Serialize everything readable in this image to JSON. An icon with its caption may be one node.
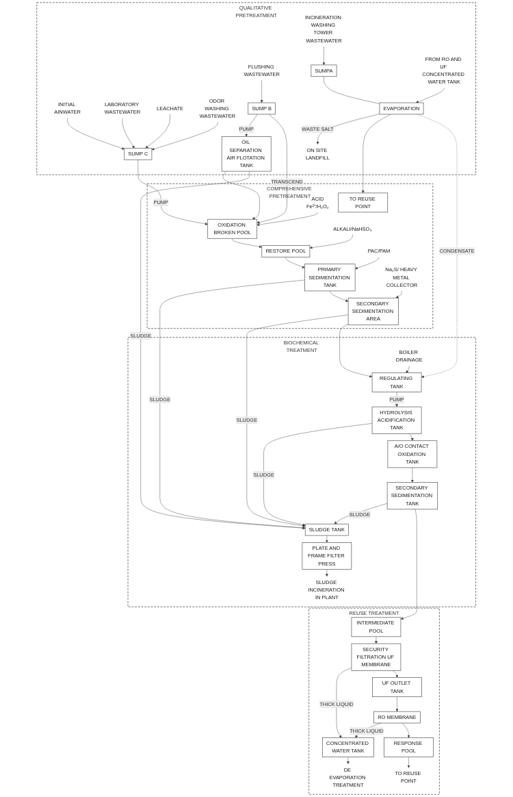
{
  "diagram": {
    "nodes": [
      {
        "text": [
          "QUALITATIVE PRETREATMENT"
        ]
      },
      {
        "text": [
          "INCINERATION WASHING TOWER WASTEWATER"
        ],
        "in": 0
      },
      {
        "text": [
          "FLUSHING WASTEWATER"
        ],
        "in": 0
      },
      {
        "text": [
          "INITIAL AINWATER"
        ],
        "in": 0
      },
      {
        "text": [
          "LABORATORY WASTEWATER"
        ],
        "in": 0
      },
      {
        "text": [
          "LEACHATE"
        ],
        "in": 0
      },
      {
        "text": [
          "ODOR WASHING WASTEWATER"
        ],
        "in": 0
      },
      {
        "text": [
          "SUMPA"
        ],
        "in": 0
      },
      {
        "text": [
          "SUMP B"
        ],
        "in": 0
      },
      {
        "text": [
          "SUMP C"
        ],
        "in": 0
      },
      {
        "text": [
          "FROM RO AND UF CONCENTRATED WATER TANK"
        ],
        "in": 0
      },
      {
        "text": [
          "OIL SEPARATION AIR FLOTATION TANK"
        ],
        "in": 0
      },
      {
        "text": [
          "ON SITE LANDFILL"
        ],
        "in": 0
      },
      {
        "text": [
          "EVAPORATION"
        ],
        "in": 0
      },
      {
        "text": [
          "COMPREHENSIVE PRETREATMENT"
        ]
      },
      {
        "text": [
          "ACID",
          "Fe²⁺/H₂O₂"
        ],
        "in": 14
      },
      {
        "text": [
          "OXIDATION BROKEN POOL"
        ],
        "in": 14
      },
      {
        "text": [
          "TO REUSE POINT"
        ],
        "in": 14
      },
      {
        "text": [
          "ALKALI/NaHSO₃"
        ],
        "in": 14
      },
      {
        "text": [
          "RESTORE POOL"
        ],
        "in": 14
      },
      {
        "text": [
          "PAC/PAM"
        ],
        "in": 14
      },
      {
        "text": [
          "PRIMARY SEDIMENTATION TANK"
        ],
        "in": 14
      },
      {
        "text": [
          "Na₂S/ HEAVY METAL COLLECTOR"
        ],
        "in": 14
      },
      {
        "text": [
          "SECONDARY SEDIMENTATION AREA"
        ],
        "in": 14
      },
      {
        "text": [
          "BIOCHEMICAL TREATMENT"
        ]
      },
      {
        "text": [
          "BOILER DRAINAGE"
        ],
        "in": 24
      },
      {
        "text": [
          "REGULATING TANK"
        ],
        "in": 24
      },
      {
        "text": [
          "HYDROLYSIS ACIDIFICATION TANK"
        ],
        "in": 24
      },
      {
        "text": [
          "SLUDGE TANK"
        ],
        "in": 24
      },
      {
        "text": [
          "A/O CONTACT OXIDATION TANK"
        ],
        "in": 24
      },
      {
        "text": [
          "PLATE AND FRAME FILTER PRESS"
        ],
        "in": 24
      },
      {
        "text": [
          "SECONDARY SEDIMENTATION TANK"
        ],
        "in": 24
      },
      {
        "text": [
          "SLUDGE INCINERATION IN PLANT"
        ],
        "in": 24
      },
      {
        "text": [
          "REUSE TREATMENT"
        ]
      },
      {
        "text": [
          "INTERMEDIATE POOL"
        ],
        "in": 33
      },
      {
        "text": [
          "SECURITY FILTRATION UF MEMBRANE"
        ],
        "in": 33
      },
      {
        "text": [
          "CONCENTRATED WATER TANK"
        ],
        "in": 33
      },
      {
        "text": [
          "DE EVAPORATION TREATMENT"
        ],
        "in": 33
      },
      {
        "text": [
          "UF OUTLET TANK"
        ],
        "in": 33
      },
      {
        "text": [
          "RO MEMBRANE"
        ],
        "in": 33
      },
      {
        "text": [
          "RESPONSE POOL"
        ],
        "in": 33
      },
      {
        "text": [
          "TO REUSE POINT"
        ],
        "in": 33
      }
    ],
    "edges": [
      {
        "from": 1,
        "to": 7,
        "arrow": "to"
      },
      {
        "from": 2,
        "to": 8,
        "arrow": "to"
      },
      {
        "from": 3,
        "to": 9,
        "arrow": "to"
      },
      {
        "from": 4,
        "to": 9,
        "arrow": "to"
      },
      {
        "from": 5,
        "to": 9,
        "arrow": "to"
      },
      {
        "from": 6,
        "to": 9,
        "arrow": "to"
      },
      {
        "from": 7,
        "to": 13,
        "arrow": "none"
      },
      {
        "from": 10,
        "to": 13,
        "arrow": "to"
      },
      {
        "from": 8,
        "to": 11,
        "arrow": "to",
        "label": "PUMP"
      },
      {
        "from": 8,
        "to": 16,
        "arrow": "to",
        "label": "TRANSCEND"
      },
      {
        "from": 13,
        "to": 12,
        "arrow": "to",
        "label": "WASTE SALT"
      },
      {
        "from": 11,
        "to": 16,
        "arrow": "to"
      },
      {
        "from": 11,
        "to": 28,
        "arrow": "to",
        "label": "SLUDGE"
      },
      {
        "from": 9,
        "to": 16,
        "arrow": "to",
        "label": "PUMP"
      },
      {
        "from": 13,
        "to": 17,
        "arrow": "to"
      },
      {
        "from": 13,
        "to": 26,
        "arrow": "to",
        "label": "CONDENSATE",
        "style": "dashed"
      },
      {
        "from": 15,
        "to": 16,
        "arrow": "to"
      },
      {
        "from": 16,
        "to": 19,
        "arrow": "to"
      },
      {
        "from": 18,
        "to": 19,
        "arrow": "to"
      },
      {
        "from": 19,
        "to": 21,
        "arrow": "to"
      },
      {
        "from": 20,
        "to": 21,
        "arrow": "to"
      },
      {
        "from": 21,
        "to": 28,
        "arrow": "to",
        "label": "SLUDGE"
      },
      {
        "from": 21,
        "to": 23,
        "arrow": "to"
      },
      {
        "from": 22,
        "to": 23,
        "arrow": "to"
      },
      {
        "from": 23,
        "to": 28,
        "arrow": "to",
        "label": "SLUDGE"
      },
      {
        "from": 23,
        "to": 26,
        "arrow": "to"
      },
      {
        "from": 25,
        "to": 26,
        "arrow": "to"
      },
      {
        "from": 26,
        "to": 27,
        "arrow": "to",
        "label": "PUMP"
      },
      {
        "from": 27,
        "to": 28,
        "arrow": "to",
        "label": "SLUDGE"
      },
      {
        "from": 27,
        "to": 29,
        "arrow": "to"
      },
      {
        "from": 28,
        "to": 30,
        "arrow": "to"
      },
      {
        "from": 29,
        "to": 31,
        "arrow": "to"
      },
      {
        "from": 30,
        "to": 32,
        "arrow": "to"
      },
      {
        "from": 31,
        "to": 28,
        "arrow": "to",
        "label": "SLUDGE"
      },
      {
        "from": 31,
        "to": 34,
        "arrow": "to"
      },
      {
        "from": 34,
        "to": 35,
        "arrow": "to"
      },
      {
        "from": 35,
        "to": 36,
        "arrow": "to",
        "label": "THICK LIQUID"
      },
      {
        "from": 35,
        "to": 38,
        "arrow": "to"
      },
      {
        "from": 36,
        "to": 37,
        "arrow": "to"
      },
      {
        "from": 38,
        "to": 39,
        "arrow": "to"
      },
      {
        "from": 39,
        "to": 36,
        "arrow": "to",
        "label": "THICK LIQUID"
      },
      {
        "from": 39,
        "to": 40,
        "arrow": "to"
      },
      {
        "from": 40,
        "to": 41,
        "arrow": "to"
      }
    ]
  }
}
